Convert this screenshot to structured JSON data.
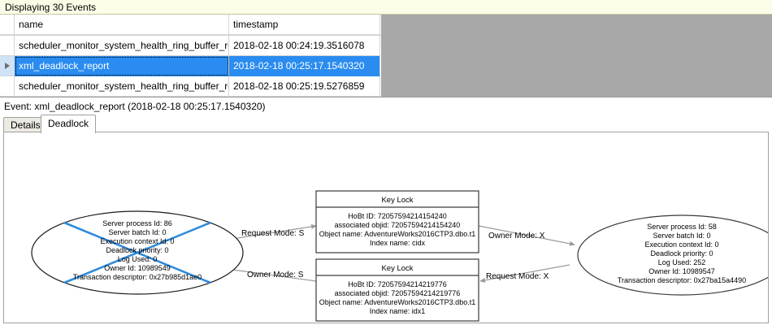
{
  "events_panel": {
    "header_text": "Displaying 30 Events",
    "columns": [
      "name",
      "timestamp"
    ],
    "rows": [
      {
        "name": "scheduler_monitor_system_health_ring_buffer_recorded",
        "timestamp": "2018-02-18 00:24:19.3516078",
        "selected": false
      },
      {
        "name": "xml_deadlock_report",
        "timestamp": "2018-02-18 00:25:17.1540320",
        "selected": true
      },
      {
        "name": "scheduler_monitor_system_health_ring_buffer_recorded",
        "timestamp": "2018-02-18 00:25:19.5276859",
        "selected": false
      }
    ]
  },
  "event_caption": "Event: xml_deadlock_report (2018-02-18 00:25:17.1540320)",
  "tabs": [
    {
      "label": "Details",
      "active": false
    },
    {
      "label": "Deadlock",
      "active": true
    }
  ],
  "deadlock_graph": {
    "processes": [
      {
        "id": "process-left",
        "is_victim": true,
        "lines": [
          "Server process Id: 86",
          "Server batch Id: 0",
          "Execution context Id: 0",
          "Deadlock priority: 0",
          "Log Used: 0",
          "Owner Id: 10989549",
          "Transaction descriptor: 0x27b985d1ae0"
        ]
      },
      {
        "id": "process-right",
        "is_victim": false,
        "lines": [
          "Server process Id: 58",
          "Server batch Id: 0",
          "Execution context Id: 0",
          "Deadlock priority: 0",
          "Log Used: 252",
          "Owner Id: 10989547",
          "Transaction descriptor: 0x27ba15a4490"
        ]
      }
    ],
    "resources": [
      {
        "id": "key-lock-top",
        "title": "Key Lock",
        "lines": [
          "HoBt ID: 72057594214154240",
          "associated objid: 72057594214154240",
          "Object name: AdventureWorks2016CTP3.dbo.t1",
          "Index name: cidx"
        ]
      },
      {
        "id": "key-lock-bottom",
        "title": "Key Lock",
        "lines": [
          "HoBt ID: 72057594214219776",
          "associated objid: 72057594214219776",
          "Object name: AdventureWorks2016CTP3.dbo.t1",
          "Index name: idx1"
        ]
      }
    ],
    "edges": [
      {
        "id": "edge-left-request",
        "label": "Request Mode: S"
      },
      {
        "id": "edge-right-owner",
        "label": "Owner Mode: X"
      },
      {
        "id": "edge-left-owner",
        "label": "Owner Mode: S"
      },
      {
        "id": "edge-right-request",
        "label": "Request Mode: X"
      }
    ]
  },
  "colors": {
    "selection_blue": "#2a8cf0",
    "victim_cross": "#2e8bdc",
    "header_yellow": "#fdfde7",
    "grid_filler_gray": "#a8a8a8"
  }
}
